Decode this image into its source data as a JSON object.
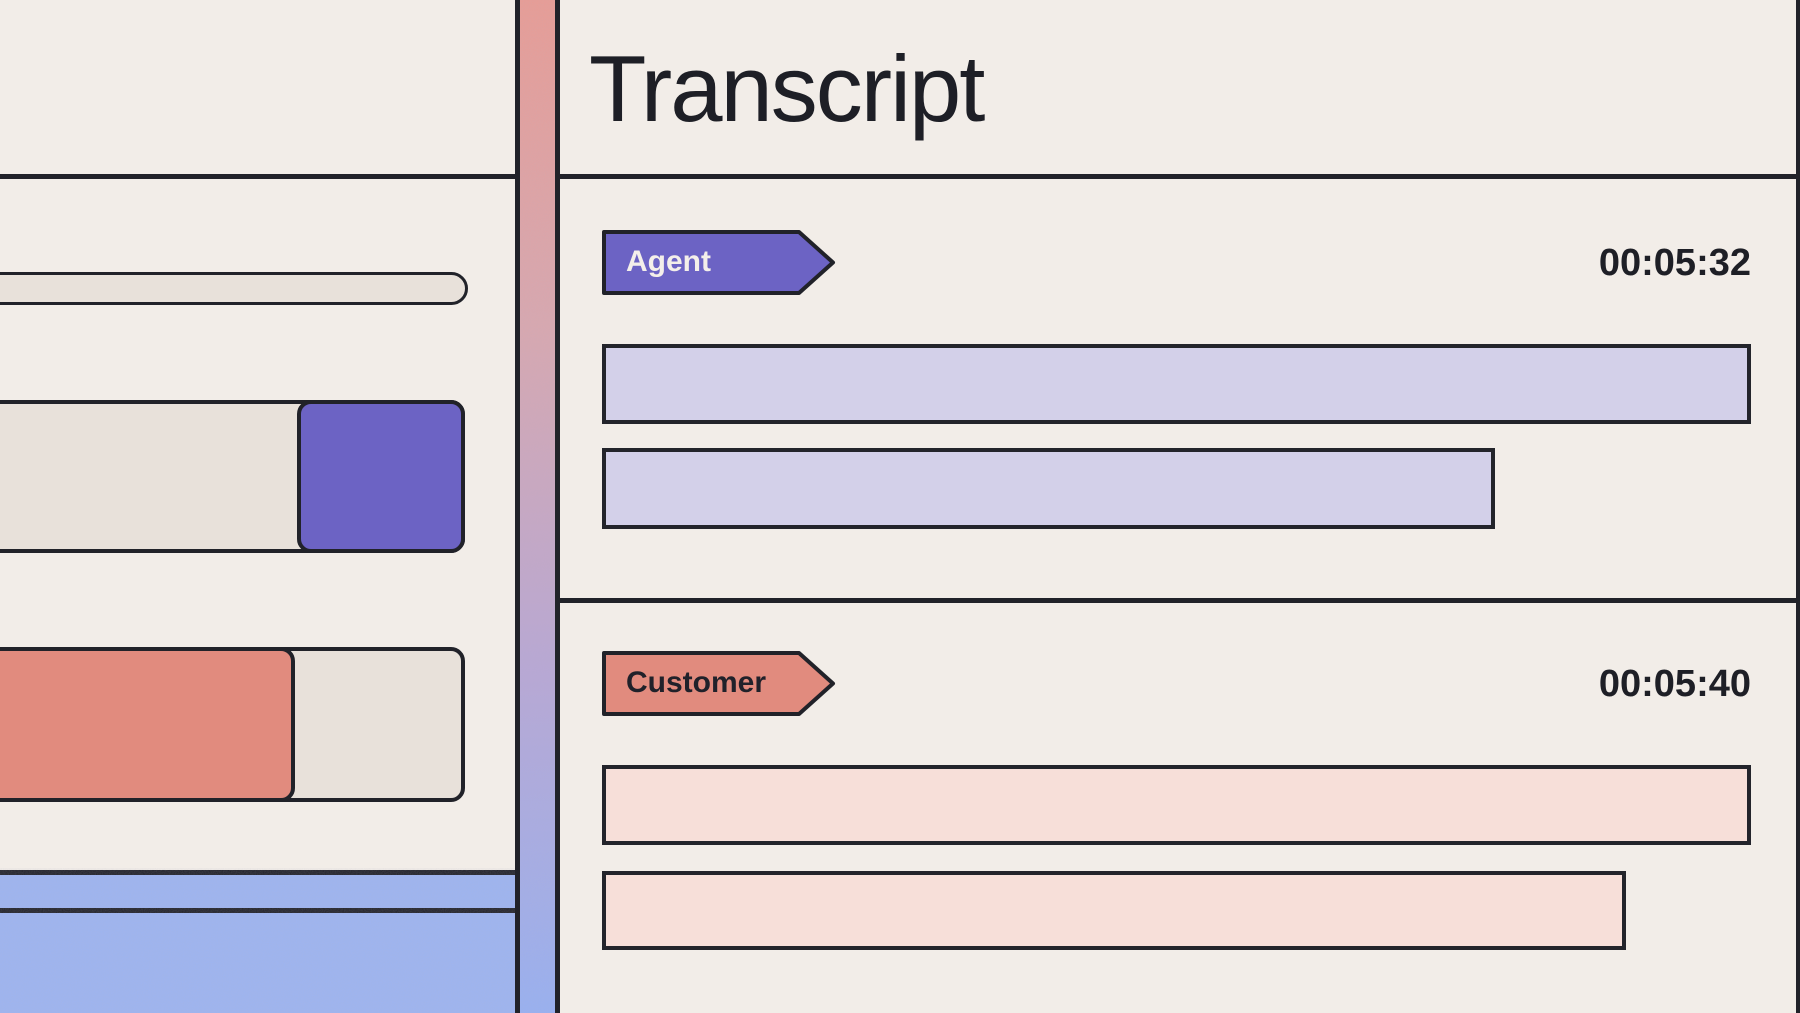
{
  "transcript": {
    "title": "Transcript",
    "entries": [
      {
        "speaker": "Agent",
        "timestamp": "00:05:32",
        "speaker_color": "#6C63C4",
        "line_color": "#D3D0E9",
        "line_count": 2
      },
      {
        "speaker": "Customer",
        "timestamp": "00:05:40",
        "speaker_color": "#E18B7E",
        "line_color": "#F7DFD9",
        "line_count": 2
      }
    ]
  },
  "colors": {
    "background": "#F2EDE8",
    "outline": "#212229",
    "skeleton_beige": "#E8E1DA",
    "accent_purple": "#6C63C4",
    "accent_salmon": "#E18B7E",
    "agent_line": "#D3D0E9",
    "customer_line": "#F7DFD9",
    "footer_blue": "#9DB4F1",
    "divider_gradient_top": "#EA9B93",
    "divider_gradient_middle": "#C7A5C2",
    "divider_gradient_bottom": "#97B0F2"
  }
}
